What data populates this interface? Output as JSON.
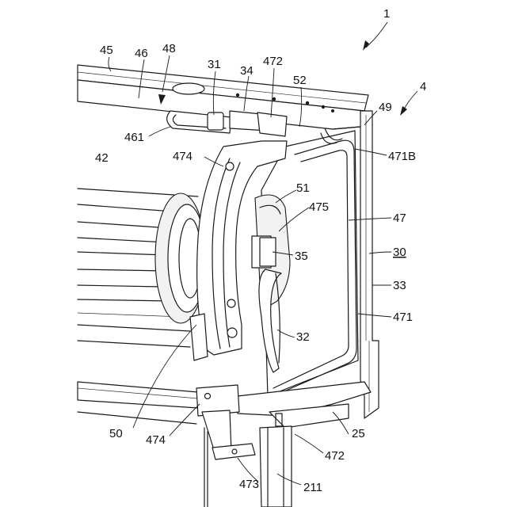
{
  "labels": {
    "l1": "1",
    "l4": "4",
    "l25": "25",
    "l30": "30",
    "l31": "31",
    "l32": "32",
    "l33": "33",
    "l34": "34",
    "l35": "35",
    "l42": "42",
    "l45": "45",
    "l46": "46",
    "l47": "47",
    "l48": "48",
    "l49": "49",
    "l50": "50",
    "l51": "51",
    "l52": "52",
    "l211": "211",
    "l461": "461",
    "l471": "471",
    "l471B": "471B",
    "l472a": "472",
    "l472b": "472",
    "l473": "473",
    "l474a": "474",
    "l474b": "474",
    "l475": "475"
  }
}
